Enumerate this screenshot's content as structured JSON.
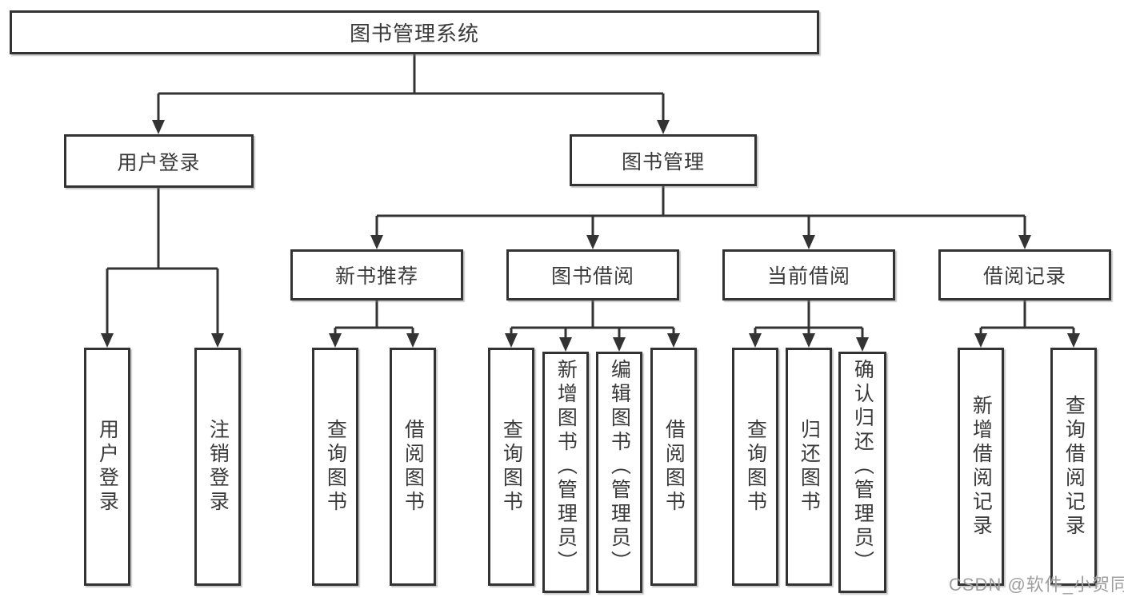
{
  "tree": {
    "root": "图书管理系统",
    "branches": [
      {
        "label": "用户登录",
        "children": [
          "用户登录",
          "注销登录"
        ]
      },
      {
        "label": "图书管理",
        "sections": [
          {
            "label": "新书推荐",
            "children": [
              "查询图书",
              "借阅图书"
            ]
          },
          {
            "label": "图书借阅",
            "children": [
              "查询图书",
              "新增图书（管理员）",
              "编辑图书（管理员）",
              "借阅图书"
            ]
          },
          {
            "label": "当前借阅",
            "children": [
              "查询图书",
              "归还图书",
              "确认归还（管理员）"
            ]
          },
          {
            "label": "借阅记录",
            "children": [
              "新增借阅记录",
              "查询借阅记录"
            ]
          }
        ]
      }
    ]
  },
  "watermark": {
    "text": "CSDN @软件_小贺同学",
    "color": "#9e9e9e"
  },
  "style": {
    "line_color": "#333333",
    "text_color": "#3a3a3a",
    "background": "#ffffff"
  }
}
